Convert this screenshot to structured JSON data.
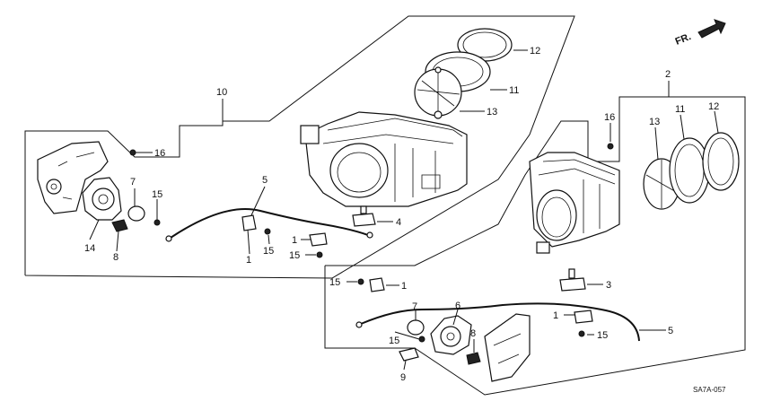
{
  "diagram": {
    "reference_code": "SA7A-057",
    "direction_label": "FR.",
    "callouts": {
      "c10": "10",
      "c12a": "12",
      "c11a": "11",
      "c13a": "13",
      "c16a": "16",
      "c7a": "7",
      "c15a": "15",
      "c5a": "5",
      "c4": "4",
      "c14": "14",
      "c8a": "8",
      "c1a": "1",
      "c15b": "15",
      "c1b": "1",
      "c15c": "15",
      "c2": "2",
      "c16b": "16",
      "c13b": "13",
      "c11b": "11",
      "c12b": "12",
      "c3": "3",
      "c15d": "15",
      "c1c": "1",
      "c7b": "7",
      "c6": "6",
      "c1d": "1",
      "c15e": "15",
      "c5b": "5",
      "c8b": "8",
      "c15f": "15",
      "c9": "9"
    }
  }
}
